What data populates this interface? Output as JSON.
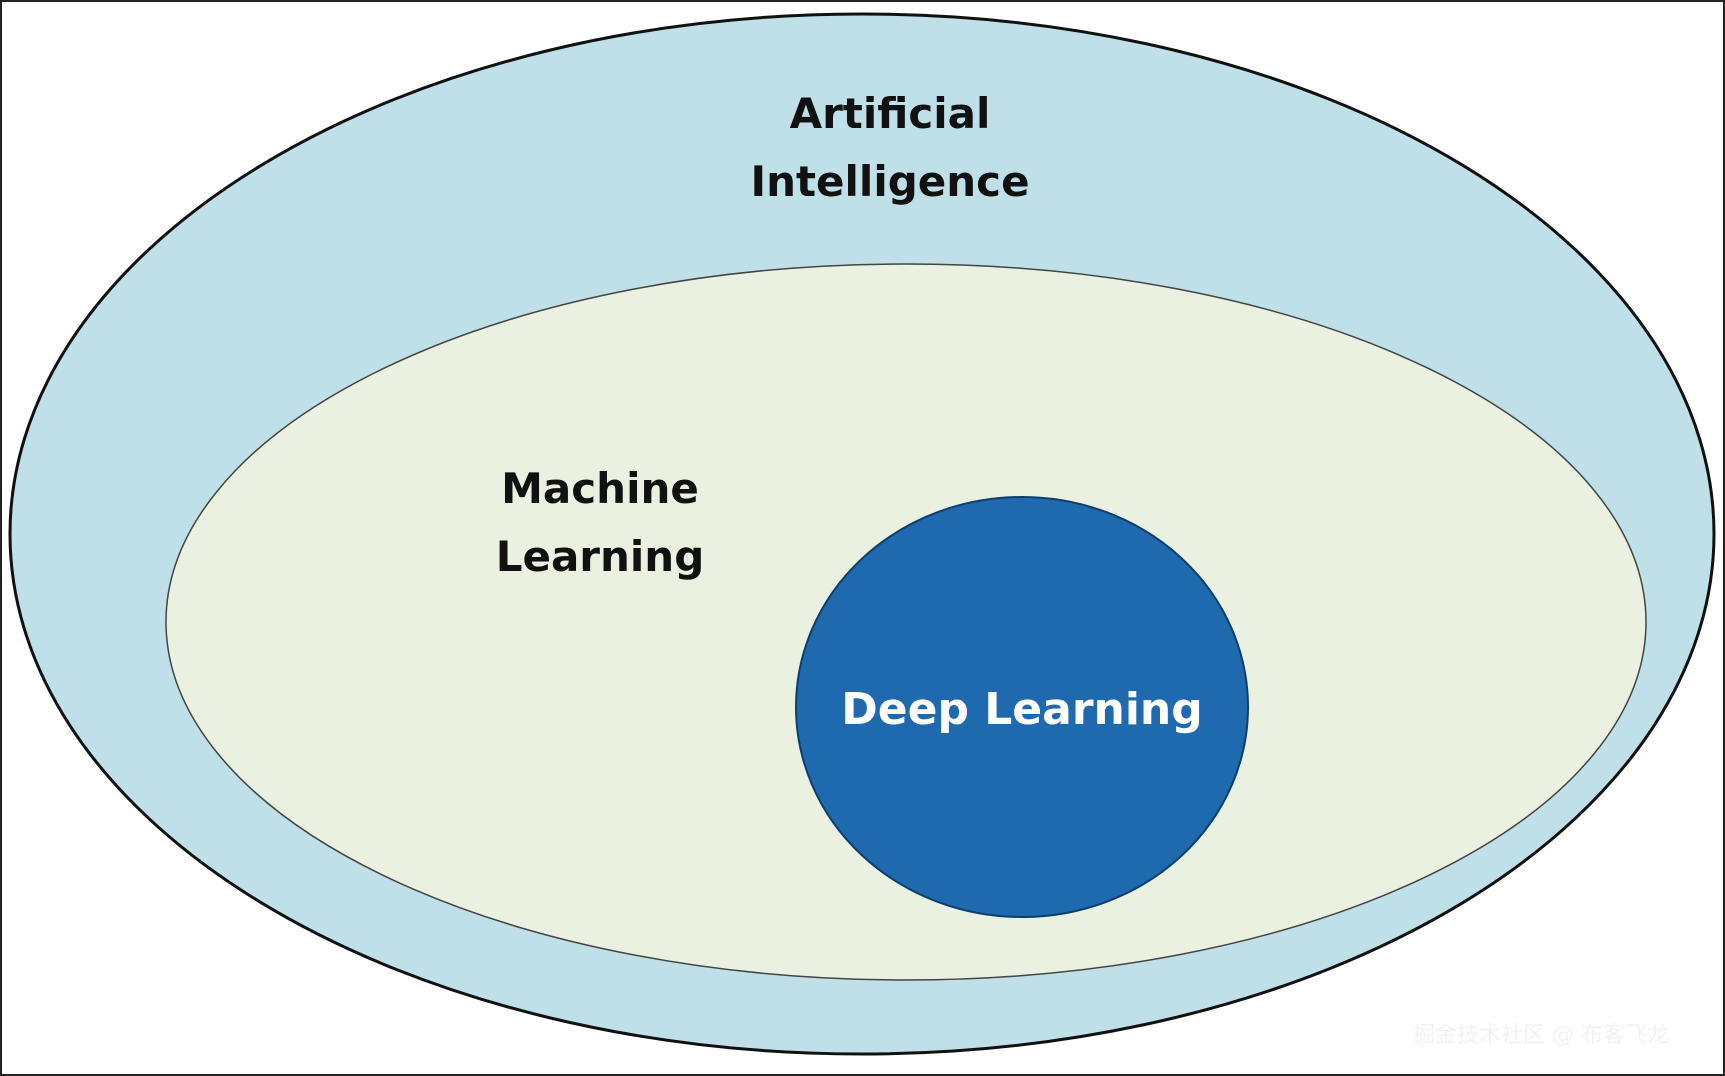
{
  "diagram": {
    "outer": {
      "line1": "Artificial",
      "line2": "Intelligence",
      "fill": "#bfe0e8"
    },
    "middle": {
      "line1": "Machine",
      "line2": "Learning",
      "fill": "#eaf1e0"
    },
    "inner": {
      "label": "Deep Learning",
      "fill": "#1f6aae"
    },
    "watermark": "掘金技术社区 @ 布客飞龙"
  }
}
